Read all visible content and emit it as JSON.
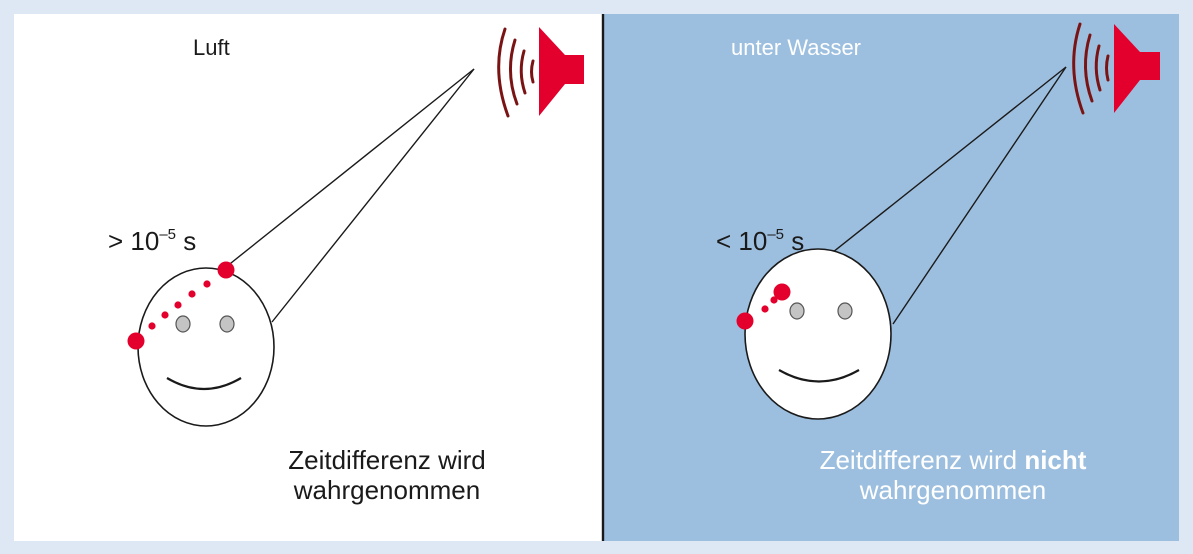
{
  "colors": {
    "frame": "#dde8f4",
    "left_panel": "#ffffff",
    "right_panel": "#9dbfdf",
    "divider": "#1a1a1a",
    "dot_red": "#e3002c",
    "speaker_red": "#e3002c",
    "wave_dark_red": "#7a1414",
    "eye_gray": "#c4c4c4",
    "text_dark": "#1a1a1a",
    "text_light": "#ffffff"
  },
  "left_panel": {
    "title": "Luft",
    "time_label": {
      "comparator": ">",
      "base": "10",
      "exponent": "–5",
      "unit": "s"
    },
    "caption_line1": "Zeitdifferenz wird",
    "caption_line2": "wahrgenommen"
  },
  "right_panel": {
    "title": "unter Wasser",
    "time_label": {
      "comparator": "<",
      "base": "10",
      "exponent": "–5",
      "unit": "s"
    },
    "caption_line1_prefix": "Zeitdifferenz wird",
    "caption_line1_bold": "nicht",
    "caption_line2": "wahrgenommen"
  },
  "icons": {
    "speaker": "loudspeaker-icon",
    "sound_waves": "sound-waves-icon",
    "face": "smiley-face-icon"
  }
}
